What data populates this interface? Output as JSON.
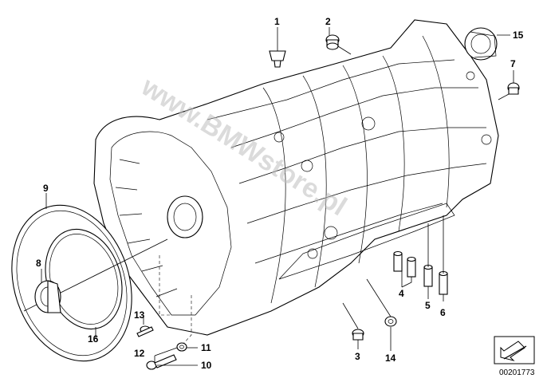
{
  "watermark": "www.BMWstore.pl",
  "reference_number": "00201773",
  "callouts": [
    {
      "id": "c1",
      "label": "1"
    },
    {
      "id": "c2",
      "label": "2"
    },
    {
      "id": "c3",
      "label": "3"
    },
    {
      "id": "c4",
      "label": "4"
    },
    {
      "id": "c5",
      "label": "5"
    },
    {
      "id": "c6",
      "label": "6"
    },
    {
      "id": "c7",
      "label": "7"
    },
    {
      "id": "c8",
      "label": "8"
    },
    {
      "id": "c9",
      "label": "9"
    },
    {
      "id": "c10",
      "label": "10"
    },
    {
      "id": "c11",
      "label": "11"
    },
    {
      "id": "c12",
      "label": "12"
    },
    {
      "id": "c13",
      "label": "13"
    },
    {
      "id": "c14",
      "label": "14"
    },
    {
      "id": "c15",
      "label": "15"
    },
    {
      "id": "c16",
      "label": "16"
    }
  ]
}
